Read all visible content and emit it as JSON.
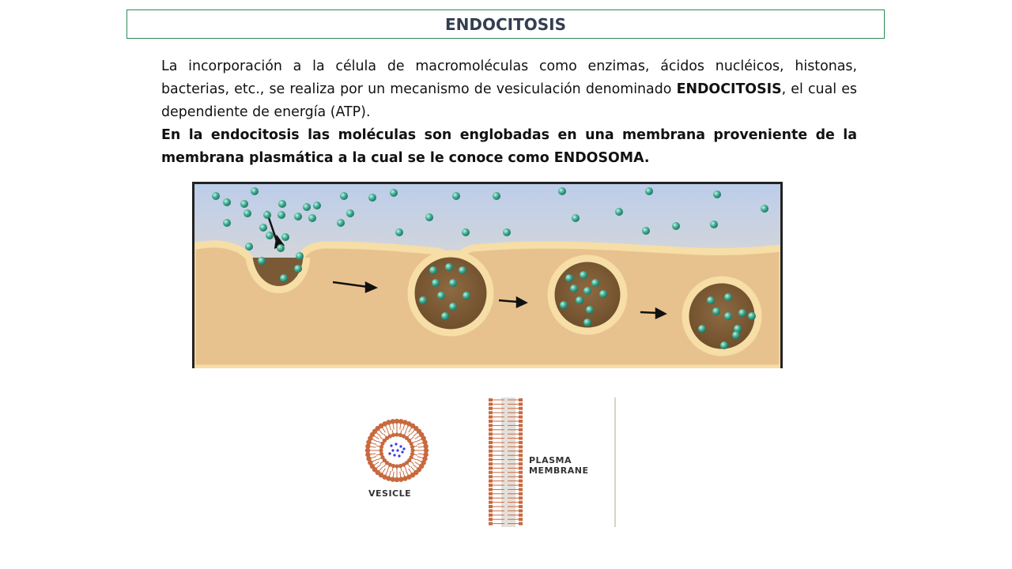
{
  "slide": {
    "title": "ENDOCITOSIS",
    "paragraph1": {
      "before": "La incorporación a la célula de macromoléculas como enzimas, ácidos nucléicos, histonas, bacterias, etc., se realiza por un mecanismo de vesiculación denominado ",
      "bold": "ENDOCITOSIS",
      "after": ", el cual es dependiente de energía (ATP)."
    },
    "paragraph2": "En la endocitosis las moléculas son englobadas en una membrana proveniente de la membrana plasmática a la cual se le conoce como ENDOSOMA."
  },
  "figure_labels": {
    "vesicle": "VESICLE",
    "plasma_line1": "PLASMA",
    "plasma_line2": "MEMBRANE"
  },
  "colors": {
    "title_border": "#2e8b57",
    "title_text": "#333f50",
    "extracellular_top": "#bccdea",
    "cytoplasm": "#e8c28e",
    "membrane": "#f6dea6",
    "vesicle_interior": "#7a5a36",
    "molecule": "#2e9e86",
    "lipid": "#c8693e"
  }
}
